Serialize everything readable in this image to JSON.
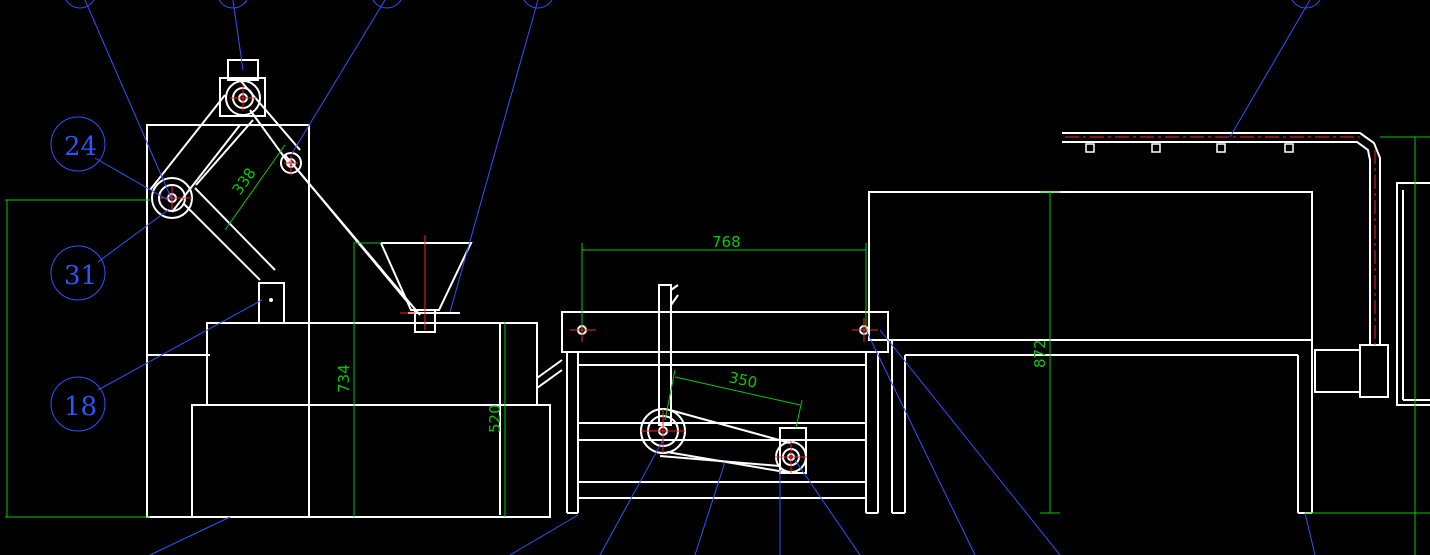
{
  "colors": {
    "background": "#000000",
    "geometry": "#ffffff",
    "dimension": "#00cc00",
    "leader": "#2a55ff",
    "centerline": "#ff2222"
  },
  "balloons": {
    "b24": "24",
    "b31": "31",
    "b18": "18"
  },
  "dimensions": {
    "d338": "338",
    "d734": "734",
    "d520": "520",
    "d768": "768",
    "d350": "350",
    "d872": "872"
  }
}
